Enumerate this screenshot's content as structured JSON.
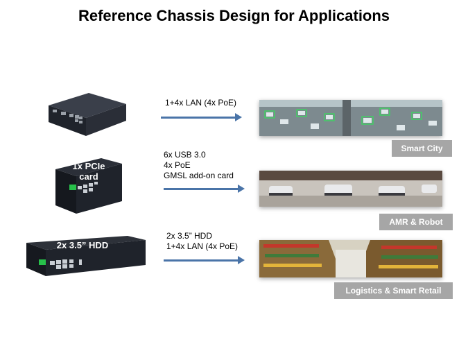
{
  "title": "Reference Chassis Design for Applications",
  "rows": [
    {
      "device_label": "",
      "specs": [
        "1+4x LAN (4x PoE)"
      ],
      "application": "Smart City"
    },
    {
      "device_label": "1x PCIe card",
      "device_label_lines": [
        "1x PCIe",
        "card"
      ],
      "specs": [
        "6x USB 3.0",
        "4x PoE",
        "GMSL add-on  card"
      ],
      "application": "AMR & Robot"
    },
    {
      "device_label": "2x 3.5” HDD",
      "specs": [
        "2x 3.5” HDD",
        "1+4x LAN (4x PoE)"
      ],
      "application": "Logistics  & Smart Retail"
    }
  ],
  "colors": {
    "arrow": "#4a74a8",
    "badge": "#a6a6a6",
    "device": "#1c1f26"
  }
}
